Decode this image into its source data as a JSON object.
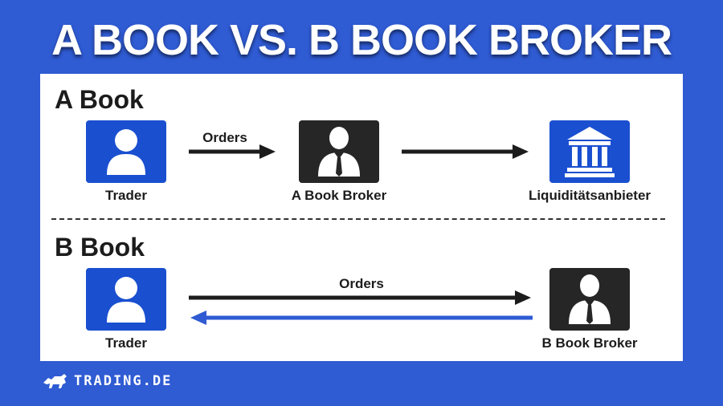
{
  "title": "A BOOK VS. B BOOK BROKER",
  "colors": {
    "background": "#2f5bd3",
    "box_blue": "#1a4fd0",
    "box_dark": "#262626",
    "return_arrow": "#2f5bd3"
  },
  "a_book": {
    "heading": "A Book",
    "nodes": [
      {
        "label": "Trader",
        "icon": "person-icon"
      },
      {
        "label": "A Book Broker",
        "icon": "businessman-icon"
      },
      {
        "label": "Liquiditätsanbieter",
        "icon": "bank-icon"
      }
    ],
    "edges": [
      {
        "label": "Orders"
      },
      {
        "label": ""
      }
    ]
  },
  "b_book": {
    "heading": "B Book",
    "nodes": [
      {
        "label": "Trader",
        "icon": "person-icon"
      },
      {
        "label": "B Book Broker",
        "icon": "businessman-icon"
      }
    ],
    "edges": [
      {
        "label": "Orders"
      }
    ]
  },
  "brand": {
    "name": "TRADING.DE",
    "icon": "bull-icon"
  }
}
